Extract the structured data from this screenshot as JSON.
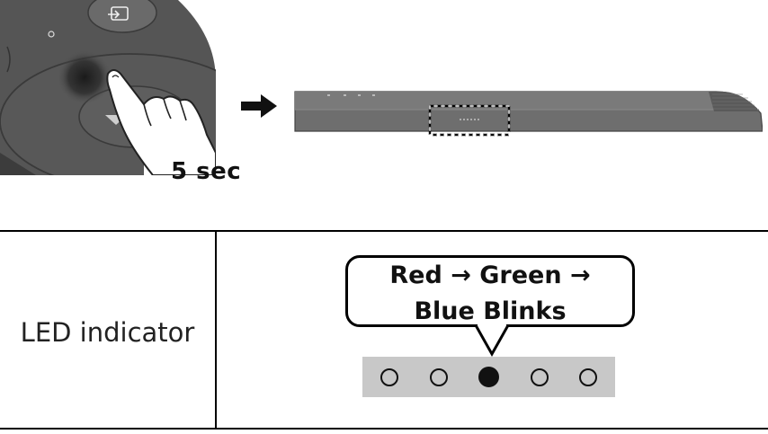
{
  "illustration": {
    "press_duration": "5 sec"
  },
  "table": {
    "row_label": "LED indicator",
    "callout": {
      "line1": "Red → Green →",
      "line2": "Blue Blinks"
    },
    "leds": [
      {
        "state": "off"
      },
      {
        "state": "off"
      },
      {
        "state": "on"
      },
      {
        "state": "off"
      },
      {
        "state": "off"
      }
    ]
  },
  "colors": {
    "ink": "#111111",
    "remote_body": "#555555",
    "soundbar_body": "#6e6e6e",
    "led_strip": "#c8c8c8"
  }
}
